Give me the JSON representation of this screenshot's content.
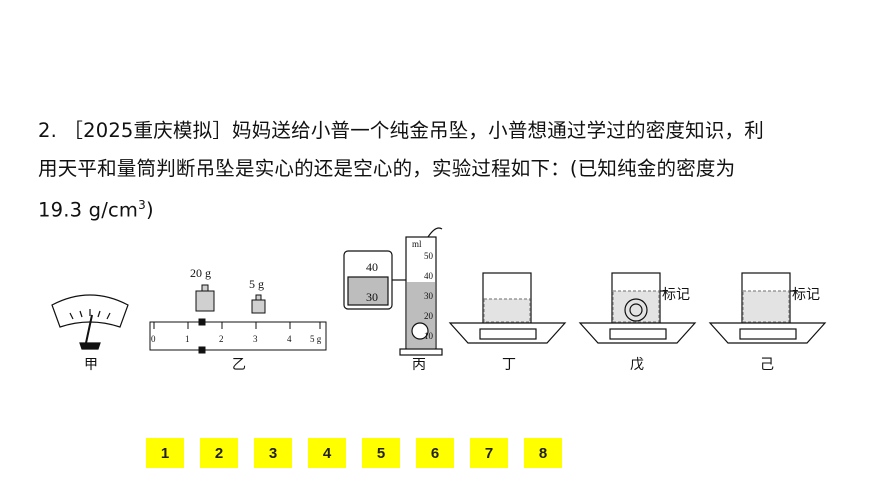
{
  "question": {
    "line1": "2. ［2025重庆模拟］妈妈送给小普一个纯金吊坠，小普想通过学过的密度知识，利",
    "line2": "用天平和量筒判断吊坠是实心的还是空心的，实验过程如下：(已知纯金的密度为",
    "line3_prefix": "19.3 g/cm",
    "line3_sup": "3",
    "line3_suffix": ")"
  },
  "figure": {
    "captions": [
      "甲",
      "乙",
      "丙",
      "丁",
      "戊",
      "己"
    ],
    "weights": [
      {
        "label": "20 g"
      },
      {
        "label": "5 g"
      }
    ],
    "ruler_ticks": [
      "0",
      "1",
      "2",
      "3",
      "4",
      "5 g"
    ],
    "cylinder": {
      "unit": "ml",
      "zoom_upper": "40",
      "zoom_lower": "30",
      "scale": [
        "50",
        "40",
        "30",
        "20",
        "10"
      ]
    },
    "mark_label": "标记"
  },
  "pager": {
    "pages": [
      "1",
      "2",
      "3",
      "4",
      "5",
      "6",
      "7",
      "8"
    ]
  }
}
